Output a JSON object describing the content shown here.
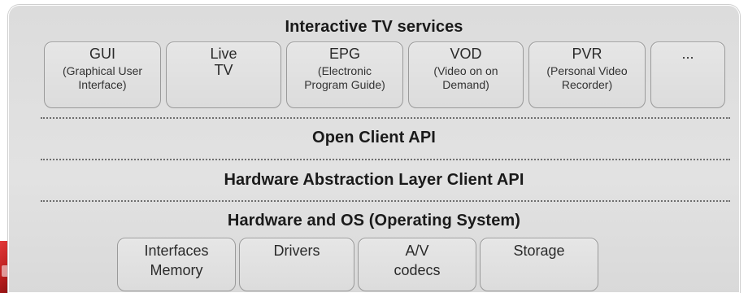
{
  "title": "Interactive TV services",
  "services": [
    {
      "label": "GUI",
      "sub": "(Graphical User Interface)"
    },
    {
      "label": "Live TV",
      "sub": ""
    },
    {
      "label": "EPG",
      "sub": "(Electronic Program Guide)"
    },
    {
      "label": "VOD",
      "sub": "(Video on on Demand)"
    },
    {
      "label": "PVR",
      "sub": "(Personal Video Recorder)"
    },
    {
      "label": "...",
      "sub": ""
    }
  ],
  "layers": {
    "open_client_api": "Open Client API",
    "hal_client_api": "Hardware Abstraction Layer Client API",
    "hardware_os": "Hardware and OS (Operating System)"
  },
  "hardware": [
    {
      "label": "Interfaces Memory"
    },
    {
      "label": "Drivers"
    },
    {
      "label": "A/V codecs"
    },
    {
      "label": "Storage"
    }
  ],
  "colors": {
    "panel": "#dcdcdc",
    "accent_red": "#c41f1f",
    "text": "#1a1a1a"
  }
}
